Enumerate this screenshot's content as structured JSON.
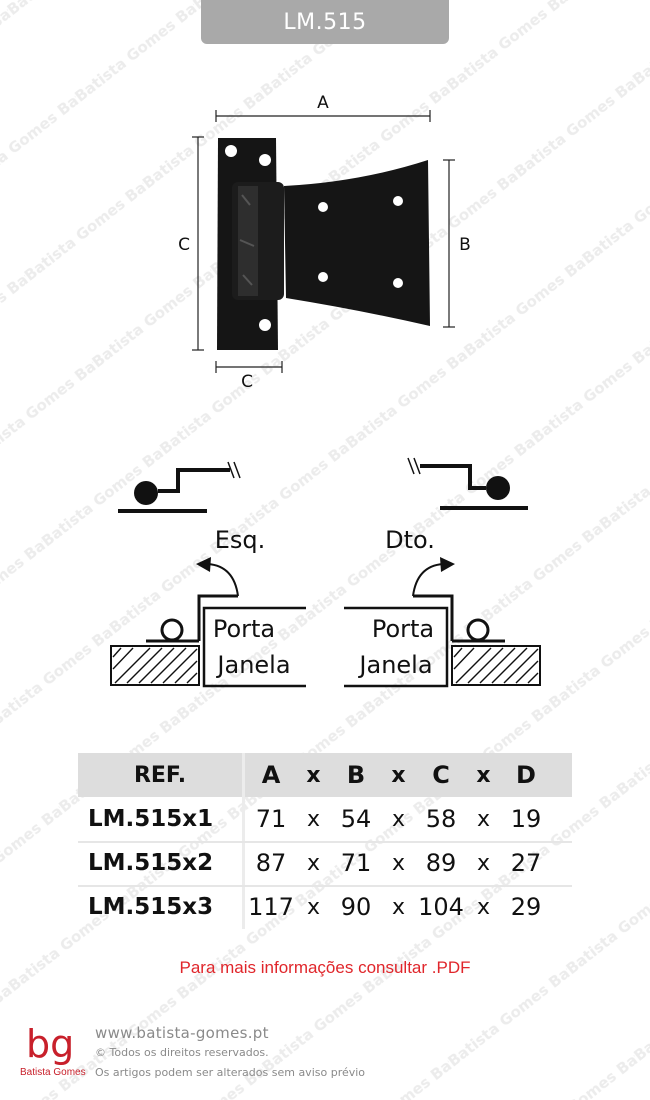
{
  "header": {
    "title": "LM.515"
  },
  "watermark": {
    "text": "Batista Gomes"
  },
  "dimensions_figure": {
    "label_a": "A",
    "label_b": "B",
    "label_c_left": "C",
    "label_c_bottom": "C"
  },
  "orientation": {
    "left": {
      "label": "Esq.",
      "line1": "Porta",
      "line2": "Janela"
    },
    "right": {
      "label": "Dto.",
      "line1": "Porta",
      "line2": "Janela"
    }
  },
  "table": {
    "headers": {
      "ref": "REF.",
      "a": "A",
      "b": "B",
      "c": "C",
      "d": "D",
      "x": "x"
    },
    "rows": [
      {
        "ref": "LM.515x1",
        "a": "71",
        "b": "54",
        "c": "58",
        "d": "19"
      },
      {
        "ref": "LM.515x2",
        "a": "87",
        "b": "71",
        "c": "89",
        "d": "27"
      },
      {
        "ref": "LM.515x3",
        "a": "117",
        "b": "90",
        "c": "104",
        "d": "29"
      }
    ]
  },
  "note": "Para mais informações consultar .PDF",
  "footer": {
    "logo_text": "Batista Gomes",
    "logo_mark": "bg",
    "website": "www.batista-gomes.pt",
    "rights": "Todos os direitos reservados.",
    "notice": "Os artigos podem ser alterados sem aviso prévio",
    "brand_color": "#c8202b"
  }
}
